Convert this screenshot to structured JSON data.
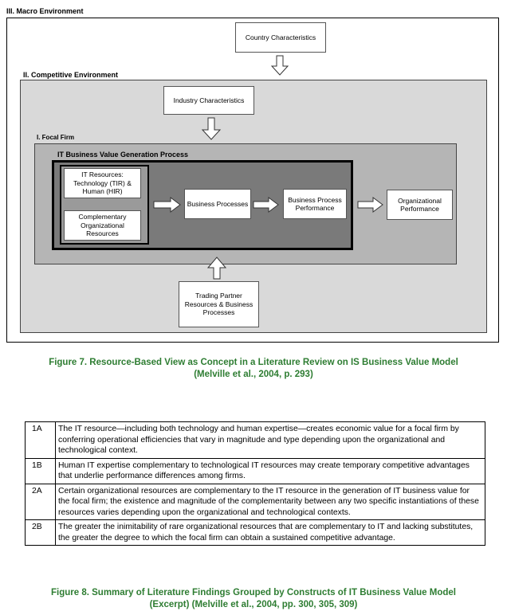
{
  "diagram": {
    "macro_label": "III. Macro Environment",
    "competitive_label": "II. Competitive Environment",
    "focal_label": "I. Focal Firm",
    "process_label": "IT Business Value Generation Process",
    "country": "Country Characteristics",
    "industry": "Industry Characteristics",
    "it_resources": "IT Resources: Technology (TIR) & Human (HIR)",
    "complementary": "Complementary Organizational Resources",
    "business_processes": "Business Processes",
    "process_performance": "Business Process Performance",
    "org_performance": "Organizational Performance",
    "trading_partner": "Trading Partner Resources & Business Processes"
  },
  "figure7_caption": {
    "line1": "Figure 7. Resource-Based View as Concept in a Literature Review on IS Business Value Model",
    "line2": "(Melville et al., 2004, p. 293)"
  },
  "findings": [
    {
      "code": "1A",
      "text": "The IT resource—including both technology and human expertise—creates economic value for a focal firm by conferring operational efficiencies that vary in magnitude and type depending upon the organizational and technological context."
    },
    {
      "code": "1B",
      "text": "Human IT expertise complementary to technological IT resources may create temporary competitive advantages that underlie performance differences among firms."
    },
    {
      "code": "2A",
      "text": "Certain organizational resources are complementary to the IT resource in the generation of IT business value for the focal firm; the existence and magnitude of the complementarity between any two specific instantiations of these resources varies depending upon the organizational and technological contexts."
    },
    {
      "code": "2B",
      "text": "The greater the inimitability of rare organizational resources that are complementary to IT and lacking substitutes, the greater the degree to which the focal firm can obtain a sustained competitive advantage."
    }
  ],
  "figure8_caption": {
    "line1": "Figure 8. Summary of Literature Findings Grouped by Constructs of IT Business Value Model",
    "line2": "(Excerpt) (Melville et al., 2004, pp. 300, 305, 309)"
  }
}
